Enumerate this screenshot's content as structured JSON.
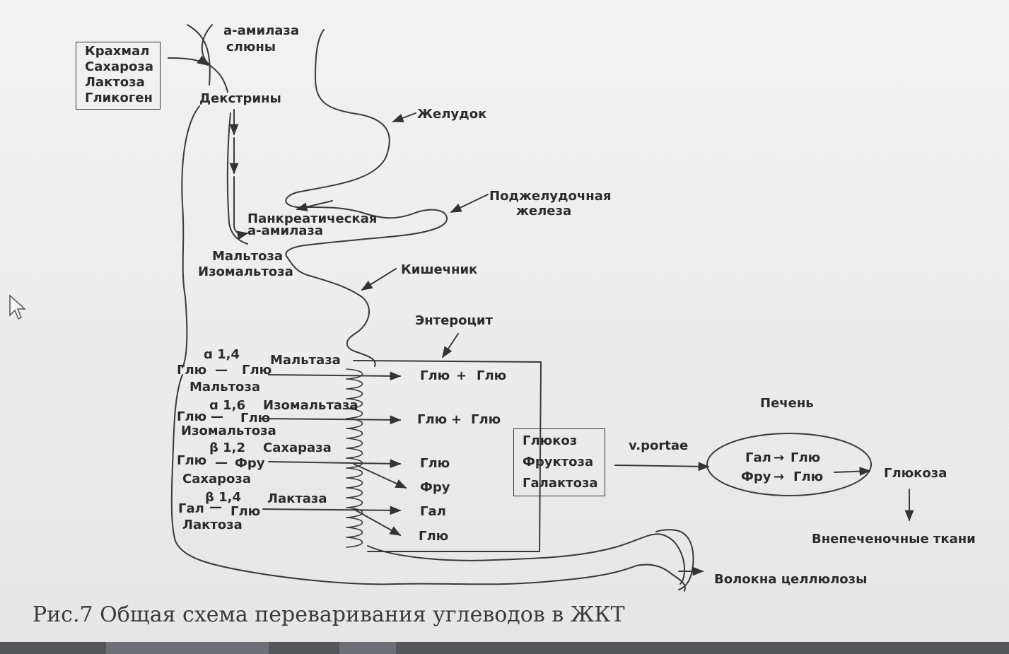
{
  "figure": {
    "caption": "Рис.7  Общая схема переваривания углеводов в ЖКТ"
  },
  "source_box": {
    "items": [
      "Крахмал",
      "Сахароза",
      "Лактоза",
      "Гликоген"
    ]
  },
  "labels": {
    "salivary_amylase_line1": "а-амилаза",
    "salivary_amylase_line2": "слюны",
    "dextrins": "Декстрины",
    "stomach": "Желудок",
    "pancreas_line1": "Поджелудочная",
    "pancreas_line2": "железа",
    "pancreatic_amylase_line1": "Панкреатическая",
    "pancreatic_amylase_line2": "а-амилаза",
    "maltose_isomaltose_line1": "Мальтоза",
    "maltose_isomaltose_line2": "Изомальтоза",
    "intestine": "Кишечник",
    "enterocyte": "Энтероцит",
    "liver": "Печень",
    "portal_vein": "v.portae",
    "glucose_out": "Глюкоза",
    "extrahepatic": "Внепеченочные ткани",
    "cellulose": "Волокна целлюлозы"
  },
  "reactions": {
    "maltose": {
      "bond": "ɑ 1,4",
      "left": "Глю",
      "dash": "—",
      "right": "Глю",
      "name": "Мальтоза",
      "enzyme": "Мальтаза",
      "product1": "Глю",
      "plus": "+",
      "product2": "Глю"
    },
    "isomaltose": {
      "bond": "ɑ 1,6",
      "left": "Глю",
      "dash": "—",
      "right": "Глю",
      "name": "Изомальтоза",
      "enzyme": "Изомальтаза",
      "product1": "Глю",
      "plus": "+",
      "product2": "Глю"
    },
    "sucrose": {
      "bond": "β 1,2",
      "left": "Глю",
      "dash": "—",
      "right": "Фру",
      "name": "Сахароза",
      "enzyme": "Сахараза",
      "product1": "Глю",
      "product2": "Фру"
    },
    "lactose": {
      "bond": "β 1,4",
      "left": "Гал",
      "dash": "—",
      "right": "Глю",
      "name": "Лактоза",
      "enzyme": "Лактаза",
      "product1": "Гал",
      "product2": "Глю"
    }
  },
  "monosaccharides_box": {
    "items": [
      "Глюкоз",
      "Фруктоза",
      "Галактоза"
    ]
  },
  "liver_conversions": {
    "row1_from": "Гал",
    "row1_arrow": "→",
    "row1_to": "Глю",
    "row2_from": "Фру",
    "row2_arrow": "→",
    "row2_to": "Глю"
  }
}
